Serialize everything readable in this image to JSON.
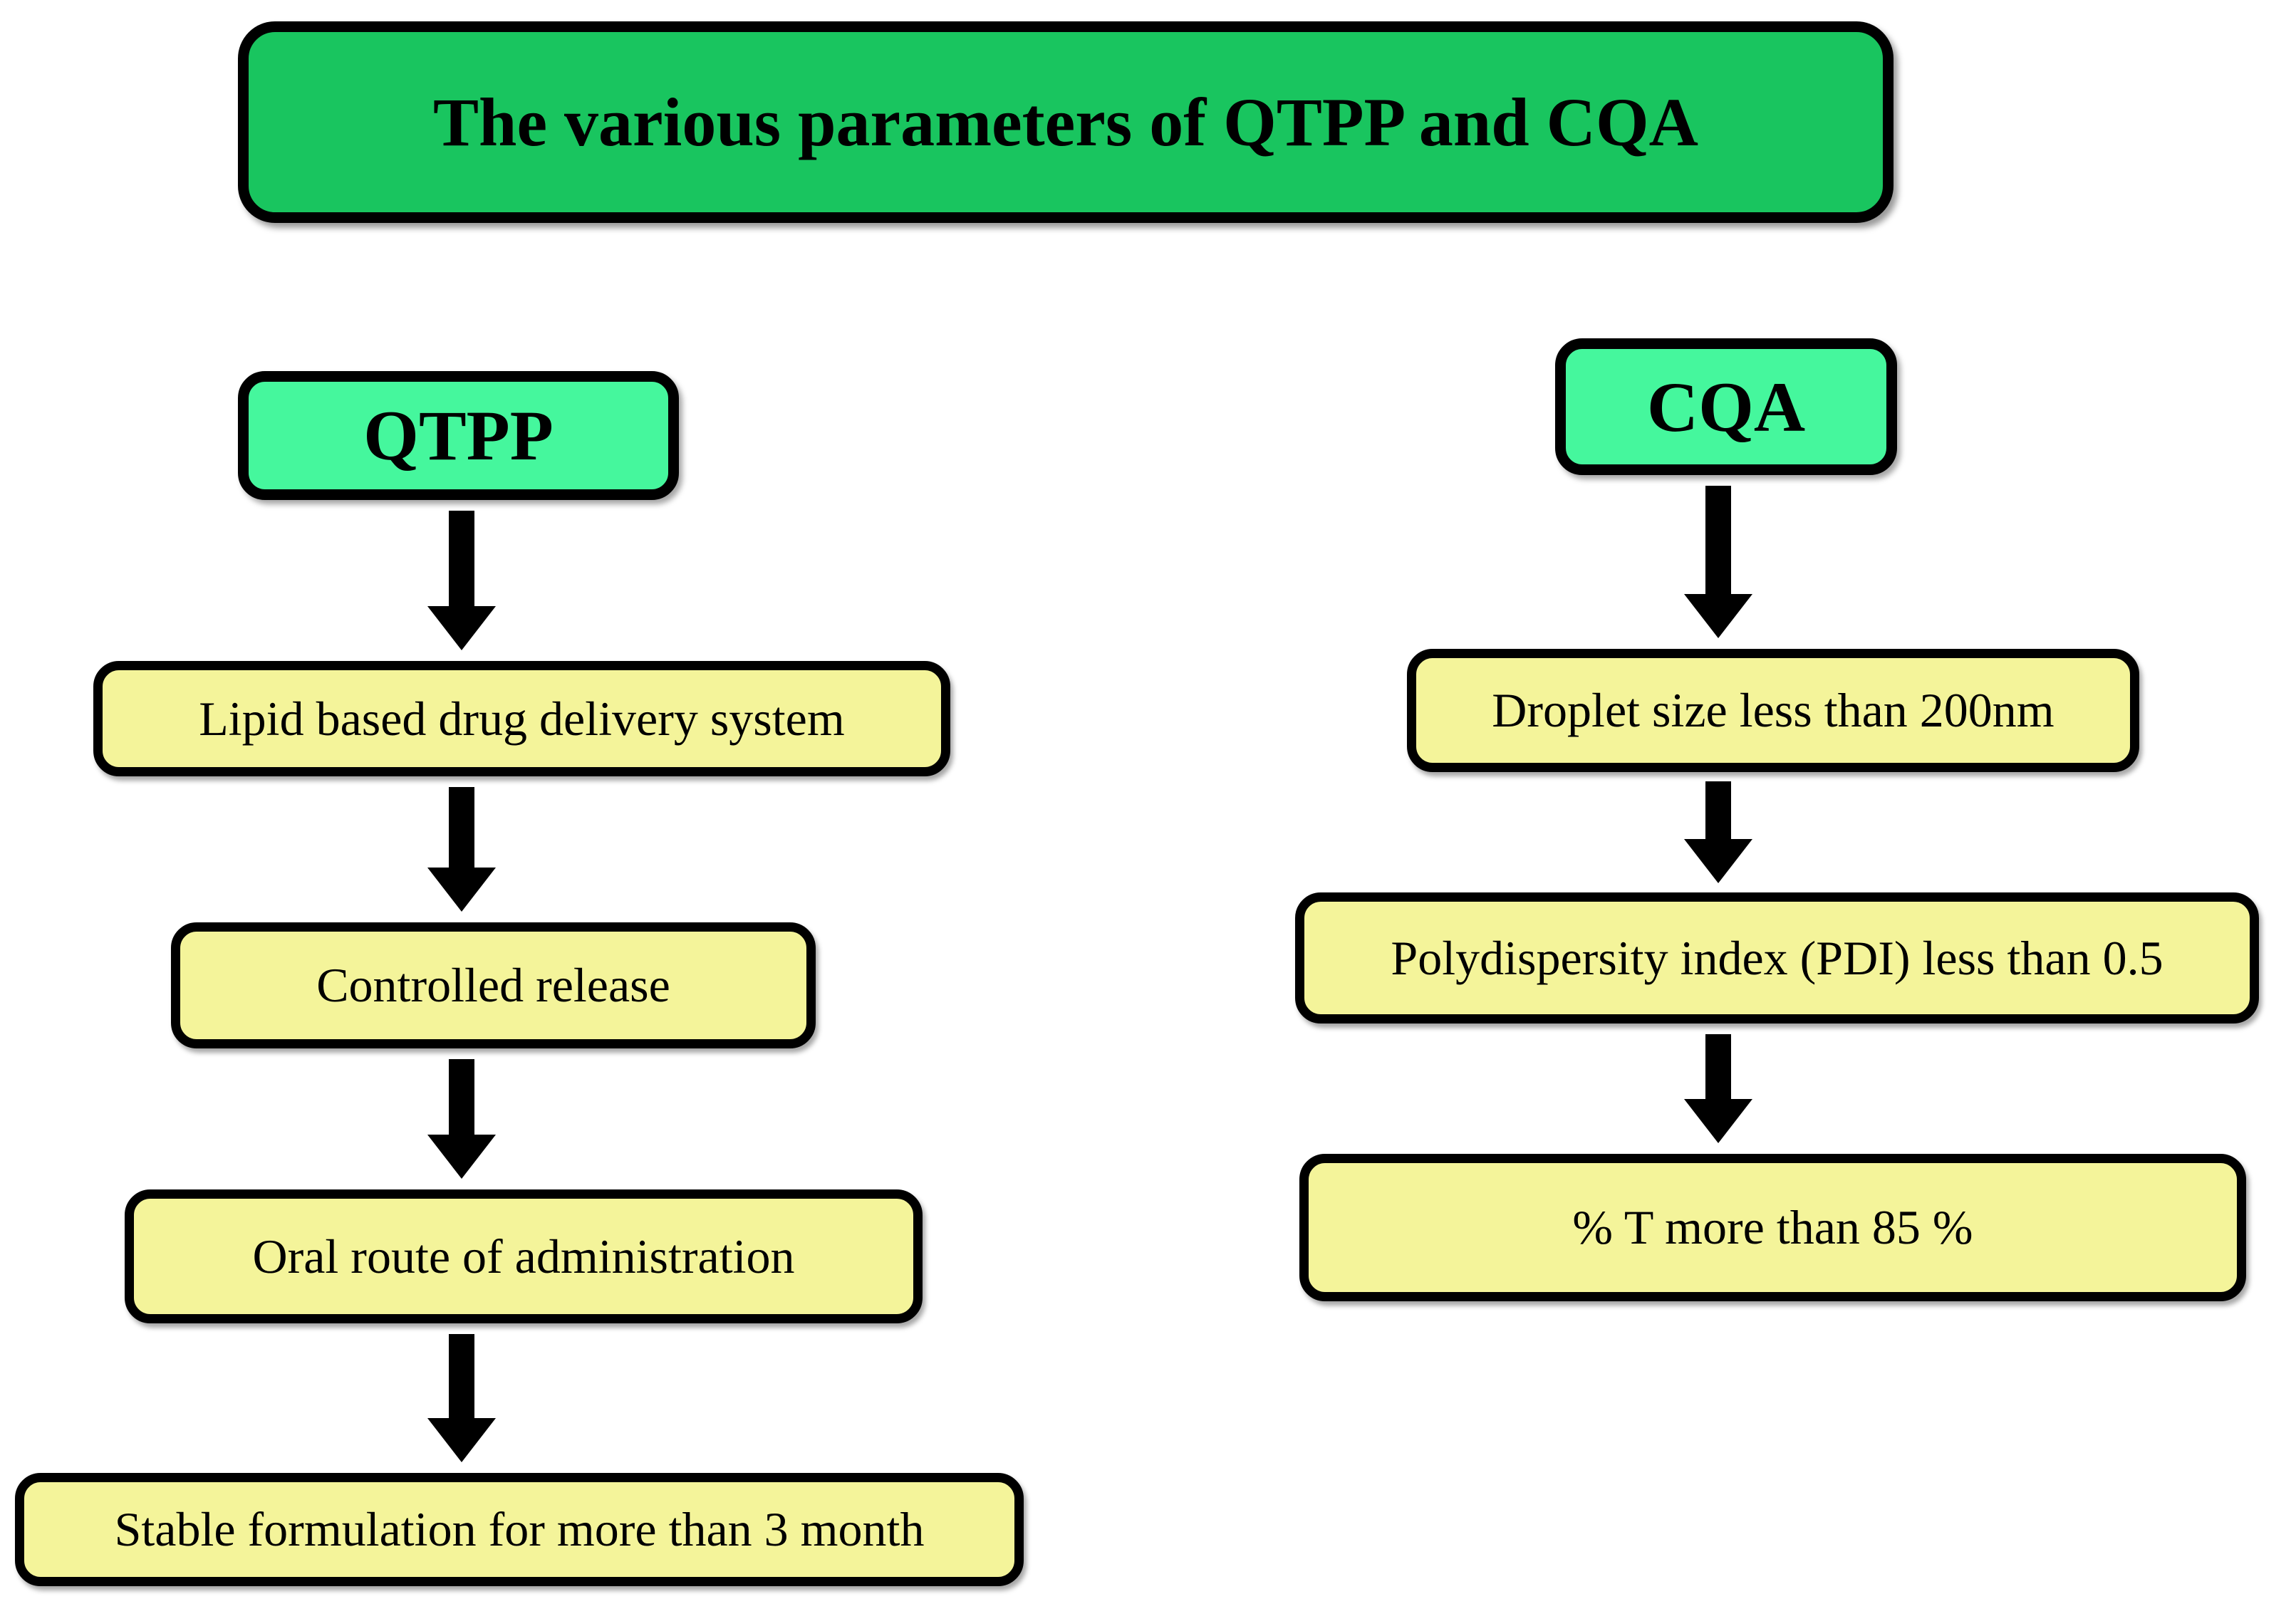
{
  "diagram": {
    "title": "The various parameters of QTPP and CQA",
    "columns": [
      {
        "header": "QTPP",
        "items": [
          "Lipid based drug delivery system",
          "Controlled release",
          "Oral route of administration",
          "Stable formulation for more than 3 month"
        ]
      },
      {
        "header": "CQA",
        "items": [
          "Droplet size less than 200nm",
          "Polydispersity index (PDI) less than 0.5",
          "% T more than 85 %"
        ]
      }
    ],
    "colors": {
      "page_bg": "#ffffff",
      "title_bg": "#19C55F",
      "header_bg": "#45F79D",
      "item_bg": "#F4F49A",
      "border": "#000000",
      "arrow": "#000000",
      "text": "#000000"
    }
  }
}
